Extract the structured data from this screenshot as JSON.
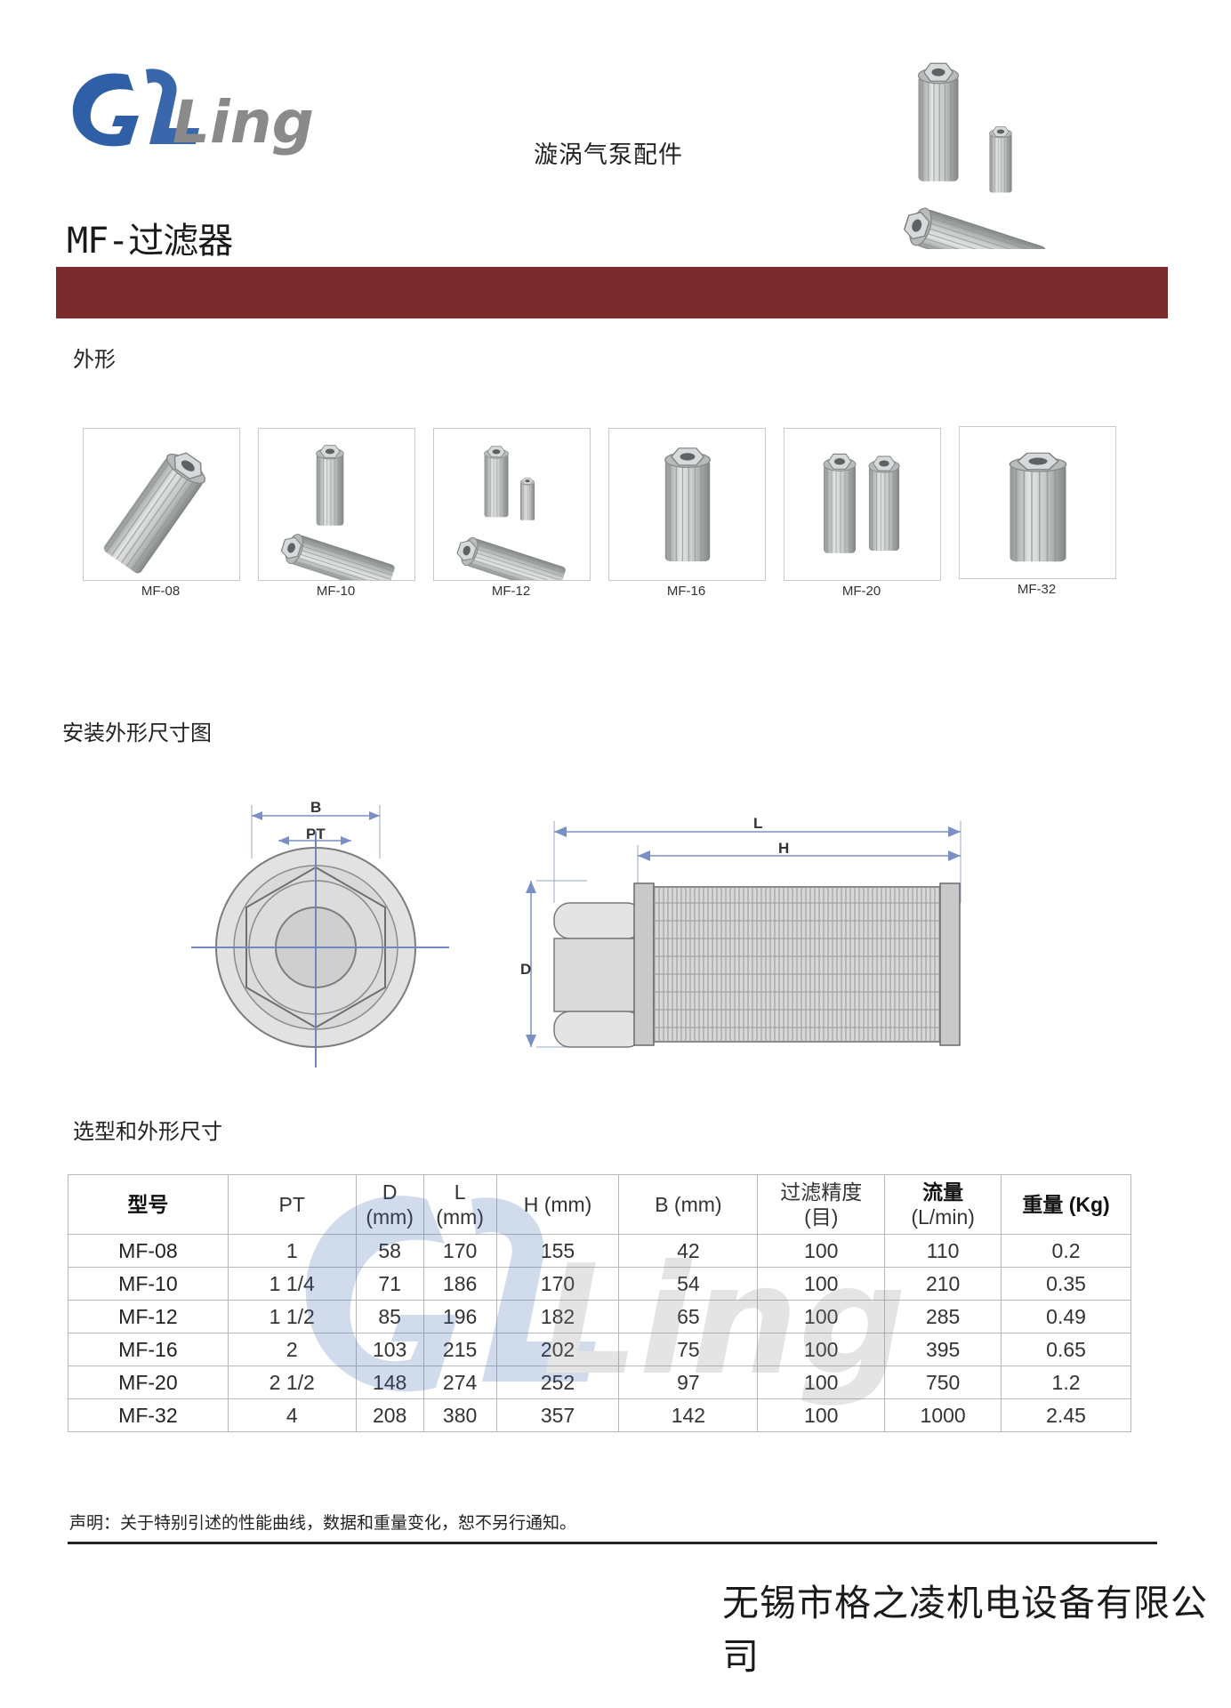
{
  "brand": {
    "logo_text": "Ling",
    "logo_letter": "G"
  },
  "header": {
    "subtitle": "漩涡气泵配件",
    "title": "MF-过滤器"
  },
  "sections": {
    "appearance": "外形",
    "install": "安装外形尺寸图",
    "selection": "选型和外形尺寸"
  },
  "thumbnails": [
    {
      "model": "MF-08"
    },
    {
      "model": "MF-10"
    },
    {
      "model": "MF-12"
    },
    {
      "model": "MF-16"
    },
    {
      "model": "MF-20"
    },
    {
      "model": "MF-32"
    }
  ],
  "diagram": {
    "labels": {
      "B": "B",
      "PT": "PT",
      "L": "L",
      "H": "H",
      "D": "D"
    }
  },
  "table": {
    "headers": [
      {
        "line1": "型号",
        "line2": ""
      },
      {
        "line1": "PT",
        "line2": ""
      },
      {
        "line1": "D",
        "line2": "(mm)"
      },
      {
        "line1": "L",
        "line2": "(mm)"
      },
      {
        "line1": "H (mm)",
        "line2": ""
      },
      {
        "line1": "B (mm)",
        "line2": ""
      },
      {
        "line1": "过滤精度",
        "line2": "(目)"
      },
      {
        "line1": "流量",
        "line2": "(L/min)"
      },
      {
        "line1": "重量 (Kg)",
        "line2": ""
      }
    ],
    "rows": [
      [
        "MF-08",
        "1",
        "58",
        "170",
        "155",
        "42",
        "100",
        "110",
        "0.2"
      ],
      [
        "MF-10",
        "1 1/4",
        "71",
        "186",
        "170",
        "54",
        "100",
        "210",
        "0.35"
      ],
      [
        "MF-12",
        "1 1/2",
        "85",
        "196",
        "182",
        "65",
        "100",
        "285",
        "0.49"
      ],
      [
        "MF-16",
        "2",
        "103",
        "215",
        "202",
        "75",
        "100",
        "395",
        "0.65"
      ],
      [
        "MF-20",
        "2 1/2",
        "148",
        "274",
        "252",
        "97",
        "100",
        "750",
        "1.2"
      ],
      [
        "MF-32",
        "4",
        "208",
        "380",
        "357",
        "142",
        "100",
        "1000",
        "2.45"
      ]
    ]
  },
  "footer": {
    "note": "声明：关于特别引述的性能曲线，数据和重量变化，恕不另行通知。",
    "company": "无锡市格之凌机电设备有限公司"
  },
  "colors": {
    "bar": "#7b2a2e",
    "logo_blue": "#2f5fa7",
    "logo_gray": "#8a8a8a"
  }
}
